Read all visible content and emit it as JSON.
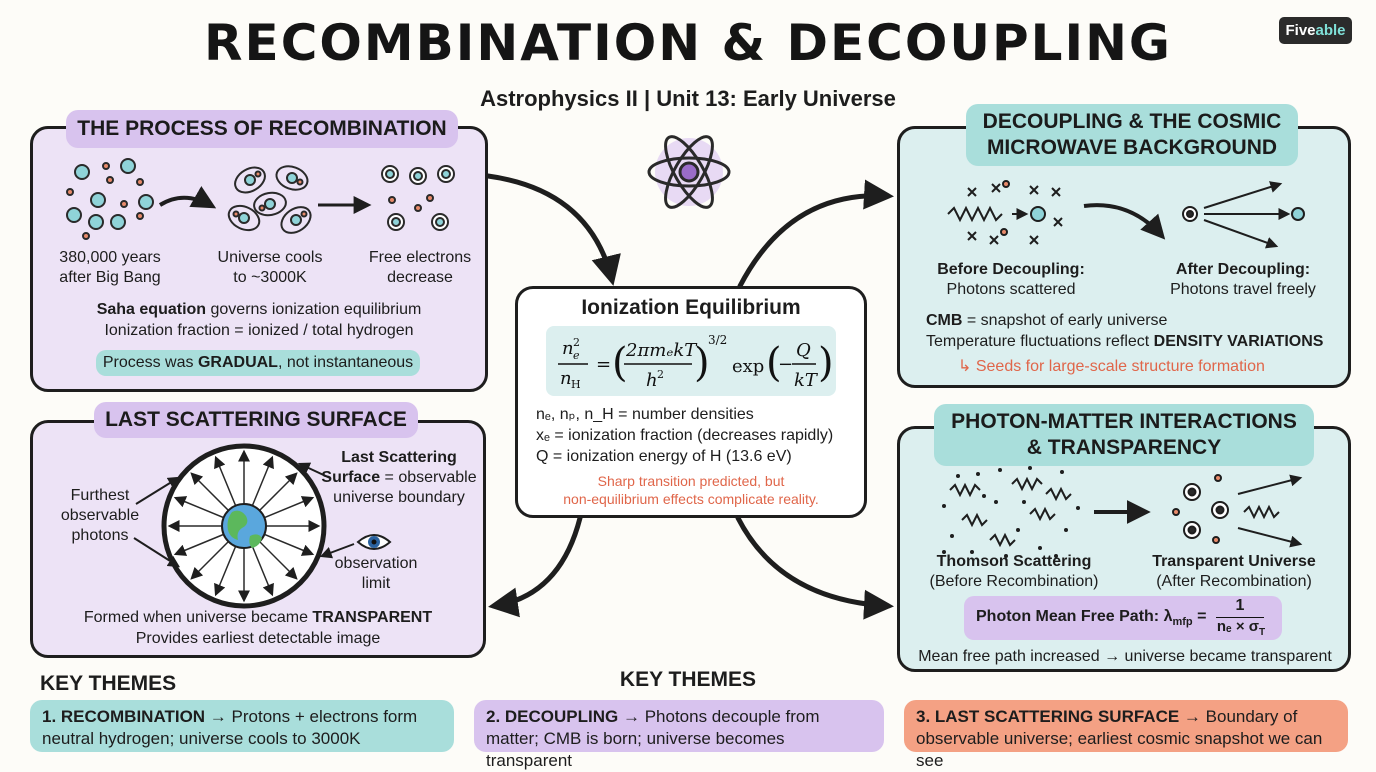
{
  "header": {
    "title": "RECOMBINATION & DECOUPLING",
    "subtitle": "Astrophysics II | Unit 13: Early Universe",
    "logo_main": "Five",
    "logo_accent": "able"
  },
  "recombination": {
    "title": "THE PROCESS OF RECOMBINATION",
    "stage1": [
      "380,000 years",
      "after Big Bang"
    ],
    "stage2": [
      "Universe cools",
      "to ~3000K"
    ],
    "stage3": [
      "Free electrons",
      "decrease"
    ],
    "saha_bold": "Saha equation",
    "saha_rest": " governs ionization equilibrium",
    "fraction": "Ionization fraction = ionized / total hydrogen",
    "gradual_pre": "Process was ",
    "gradual_bold": "GRADUAL",
    "gradual_post": ", not instantaneous"
  },
  "equilibrium": {
    "title": "Ionization Equilibrium",
    "def1": "nₑ, nₚ, n_H = number densities",
    "def2": "xₑ = ionization fraction (decreases rapidly)",
    "def3": "Q = ionization energy of H (13.6 eV)",
    "note1": "Sharp transition predicted, but",
    "note2": "non-equilibrium effects complicate reality."
  },
  "decoupling": {
    "title": [
      "DECOUPLING & THE COSMIC",
      "MICROWAVE BACKGROUND"
    ],
    "before_bold": "Before Decoupling:",
    "before": "Photons scattered",
    "after_bold": "After Decoupling:",
    "after": "Photons travel freely",
    "cmb_bold": "CMB",
    "cmb_rest": " = snapshot of early universe",
    "temp_rest": "Temperature fluctuations reflect ",
    "temp_bold": "DENSITY VARIATIONS",
    "seeds": "Seeds for large-scale structure formation"
  },
  "last_scattering": {
    "title": "LAST SCATTERING SURFACE",
    "furthest": [
      "Furthest",
      "observable",
      "photons"
    ],
    "surface_bold": [
      "Last Scattering",
      "Surface"
    ],
    "surface_rest": [
      " = observable",
      "universe boundary"
    ],
    "limit": [
      "observation",
      "limit"
    ],
    "formed_pre": "Formed when universe became ",
    "formed_bold": "TRANSPARENT",
    "earliest": "Provides earliest detectable image"
  },
  "photon_matter": {
    "title": [
      "PHOTON-MATTER INTERACTIONS",
      "& TRANSPARENCY"
    ],
    "thomson": "Thomson Scattering",
    "thomson_sub": "(Before Recombination)",
    "transparent": "Transparent Universe",
    "transparent_sub": "(After Recombination)",
    "mfp_label": "Photon Mean Free Path: λ",
    "mfp_sub": "mfp",
    "mfp_num": "1",
    "mfp_den": "nₑ × σ",
    "mfp_den_sub": "T",
    "mfp_result": "Mean free path increased → universe became transparent"
  },
  "themes": {
    "heading_left": "KEY THEMES",
    "heading_center": "KEY THEMES",
    "t1_bold": "1. RECOMBINATION",
    "t1_rest": " → Protons + electrons form neutral hydrogen; universe cools to 3000K",
    "t2_bold": "2. DECOUPLING",
    "t2_rest": " → Photons decouple from matter; CMB is born; universe becomes transparent",
    "t3_bold": "3. LAST SCATTERING SURFACE",
    "t3_rest": " → Boundary of observable universe; earliest cosmic snapshot we can see"
  },
  "colors": {
    "purple_panel": "#ede3f6",
    "teal_panel": "#dcefef",
    "accent_red": "#e0664a",
    "theme_teal": "#a9dedb",
    "theme_purple": "#d8c3ee",
    "theme_orange": "#f4a184"
  }
}
